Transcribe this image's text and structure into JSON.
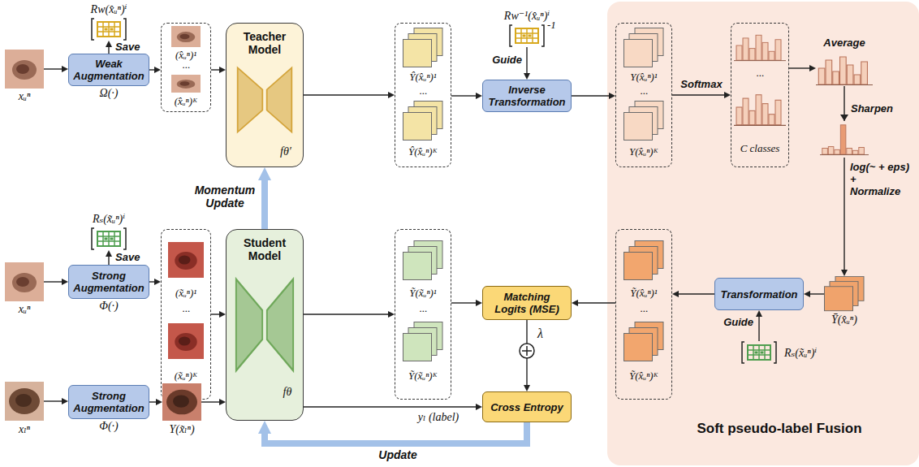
{
  "diagram": {
    "nodes": [
      {
        "text": [
          "xᵤⁿ"
        ]
      },
      {
        "text": [
          "Rw(x̂ᵤⁿ)ⁱ"
        ]
      },
      {
        "text": [
          "Weak Augmentation",
          "Ω(·)"
        ]
      },
      {
        "text": [
          "(x̂ᵤⁿ)¹",
          "···",
          "(x̂ᵤⁿ)ᴷ"
        ]
      },
      {
        "text": [
          "Teacher Model",
          "fθ′"
        ]
      },
      {
        "text": [
          "Ŷ(x̂ᵤⁿ)¹",
          "···",
          "Ŷ(x̂ᵤⁿ)ᴷ"
        ]
      },
      {
        "text": [
          "Rw⁻¹(x̂ᵤⁿ)ⁱ",
          "-1"
        ]
      },
      {
        "text": [
          "Inverse Transformation"
        ]
      },
      {
        "text": [
          "Soft pseudo-label Fusion"
        ]
      },
      {
        "text": [
          "Y(x̂ᵤⁿ)¹",
          "···",
          "Y(x̂ᵤⁿ)ᴷ"
        ],
        "in": 8
      },
      {
        "text": [
          "···",
          "C classes"
        ],
        "in": 8
      },
      {
        "text": [
          "Average"
        ],
        "in": 8
      },
      {
        "text": [
          "Ȳ(x̂ᵤⁿ)"
        ],
        "in": 8
      },
      {
        "text": [
          "Transformation"
        ],
        "in": 8
      },
      {
        "text": [
          "Rₛ(x̃ᵤⁿ)ⁱ"
        ],
        "in": 8
      },
      {
        "text": [
          "Ỹ(x̂ᵤⁿ)¹",
          "···",
          "Ỹ(x̂ᵤⁿ)ᴷ"
        ],
        "in": 8
      },
      {
        "text": [
          "xᵤⁿ"
        ]
      },
      {
        "text": [
          "Rₛ(x̃ᵤⁿ)ⁱ"
        ]
      },
      {
        "text": [
          "Strong Augmentation",
          "Φ(·)"
        ]
      },
      {
        "text": [
          "(x̃ᵤⁿ)¹",
          "···",
          "(x̃ᵤⁿ)ᴷ"
        ]
      },
      {
        "text": [
          "Student Model",
          "fθ"
        ]
      },
      {
        "text": [
          "Ỹ(x̃ᵤⁿ)¹",
          "···",
          "Ỹ(x̃ᵤⁿ)ᴷ"
        ]
      },
      {
        "text": [
          "Matching Logits (MSE)"
        ]
      },
      {
        "text": [
          "Cross Entropy"
        ]
      },
      {
        "text": [
          "xₗⁿ"
        ]
      },
      {
        "text": [
          "Strong Augmentation",
          "Φ(·)"
        ]
      },
      {
        "text": [
          "Y(x̃ₗⁿ)"
        ]
      }
    ],
    "edges": [
      {
        "from": 0,
        "to": 2,
        "arrow": "to"
      },
      {
        "from": 2,
        "to": 1,
        "label": "Save",
        "arrow": "to"
      },
      {
        "from": 2,
        "to": 3,
        "arrow": "to"
      },
      {
        "from": 3,
        "to": 4,
        "arrow": "to"
      },
      {
        "from": 4,
        "to": 5,
        "arrow": "to"
      },
      {
        "from": 5,
        "to": 7,
        "arrow": "to"
      },
      {
        "from": 6,
        "to": 7,
        "label": "Guide",
        "arrow": "to"
      },
      {
        "from": 7,
        "to": 9,
        "arrow": "to"
      },
      {
        "from": 9,
        "to": 10,
        "label": "Softmax",
        "arrow": "to"
      },
      {
        "from": 10,
        "to": 11,
        "arrow": "to"
      },
      {
        "from": 11,
        "to": 12,
        "arrow": "to"
      },
      {
        "from": 12,
        "to": 13,
        "arrow": "to"
      },
      {
        "from": 14,
        "to": 13,
        "label": "Guide",
        "arrow": "to"
      },
      {
        "from": 13,
        "to": 15,
        "arrow": "to"
      },
      {
        "from": 15,
        "to": 22,
        "arrow": "to"
      },
      {
        "from": 16,
        "to": 18,
        "arrow": "to"
      },
      {
        "from": 18,
        "to": 17,
        "label": "Save",
        "arrow": "to"
      },
      {
        "from": 18,
        "to": 19,
        "arrow": "to"
      },
      {
        "from": 19,
        "to": 20,
        "arrow": "to"
      },
      {
        "from": 20,
        "to": 21,
        "arrow": "to"
      },
      {
        "from": 21,
        "to": 22,
        "arrow": "to"
      },
      {
        "from": 20,
        "to": 4,
        "label": "Momentum Update",
        "arrow": "to"
      },
      {
        "from": 22,
        "to": 23,
        "label": "λ",
        "arrow": "to"
      },
      {
        "from": 20,
        "to": 23,
        "arrow": "to"
      },
      {
        "from": 24,
        "to": 25,
        "arrow": "to"
      },
      {
        "from": 25,
        "to": 26,
        "arrow": "to"
      },
      {
        "from": 26,
        "to": 20,
        "arrow": "to"
      },
      {
        "from": 23,
        "to": 20,
        "label": "Update",
        "arrow": "to"
      }
    ],
    "labels": [
      "Sharpen",
      "log(~ + eps) + Normalize",
      "yₗ (label)"
    ]
  }
}
